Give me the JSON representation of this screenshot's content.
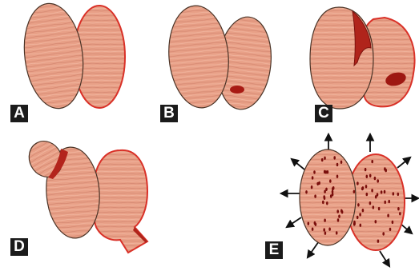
{
  "panels": [
    {
      "label": "A"
    },
    {
      "label": "B"
    },
    {
      "label": "C"
    },
    {
      "label": "D"
    },
    {
      "label": "E"
    }
  ],
  "colors": {
    "tissue": "#e69b82",
    "outline_dark": "#4a3326",
    "outline_red": "#d93128",
    "lesion": "#9e1812",
    "label_bg": "#1b1b1b",
    "arrow": "#111111"
  }
}
